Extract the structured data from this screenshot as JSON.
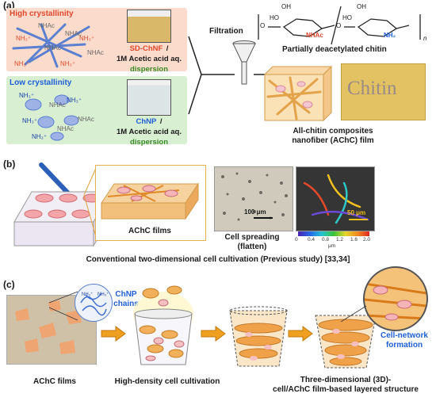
{
  "panel_a": {
    "label": "(a)",
    "high_crystallinity": "High crystallinity",
    "low_crystallinity": "Low crystallinity",
    "group_labels": {
      "nhac": "NHAc",
      "nh3": "NH₃⁺"
    },
    "sd_chnf": "SD-ChNF",
    "chnp": "ChNP",
    "slash": "/",
    "solvent": "1M Acetic acid aq.",
    "dispersion": "dispersion",
    "filtration": "Filtration",
    "chitin_title": "Partially deacetylated chitin",
    "chem": {
      "oh": "OH",
      "ho": "HO",
      "o": "O",
      "nhac": "NHAc",
      "nh2": "NH₂",
      "n": "n"
    },
    "film_caption_line1": "All-chitin composites",
    "film_caption_line2": "nanofiber (AChC) film",
    "photo_text": "Chitin"
  },
  "panel_b": {
    "label": "(b)",
    "achc_films": "AChC films",
    "scale_100": "100 μm",
    "scale_50": "50 μm",
    "colorbar_ticks": [
      "0",
      "0.4",
      "0.8",
      "1.2",
      "1.6",
      "2.0"
    ],
    "colorbar_unit": "μm",
    "cell_spreading": "Cell spreading",
    "flatten": "(flatten)",
    "caption": "Conventional two-dimensional cell cultivation (Previous study) [33,34]"
  },
  "panel_c": {
    "label": "(c)",
    "nh3": "NH₃⁺",
    "chnp_chains_1": "ChNP",
    "chnp_chains_2": "chains",
    "achc_films": "AChC films",
    "high_density": "High-density cell cultivation",
    "cell_network_1": "Cell-network",
    "cell_network_2": "formation",
    "three_d_1": "Three-dimensional (3D)-",
    "three_d_2": "cell/AChC film-based layered structure"
  },
  "colors": {
    "high_box": "#fbdccc",
    "low_box": "#d9efd2",
    "red_text": "#e0472d",
    "blue_text": "#1f5fd6",
    "green_text": "#3a8a2a",
    "arrow_orange": "#f0a020",
    "film_orange": "#f2a35a",
    "cell_pink": "#f2b6b6"
  }
}
